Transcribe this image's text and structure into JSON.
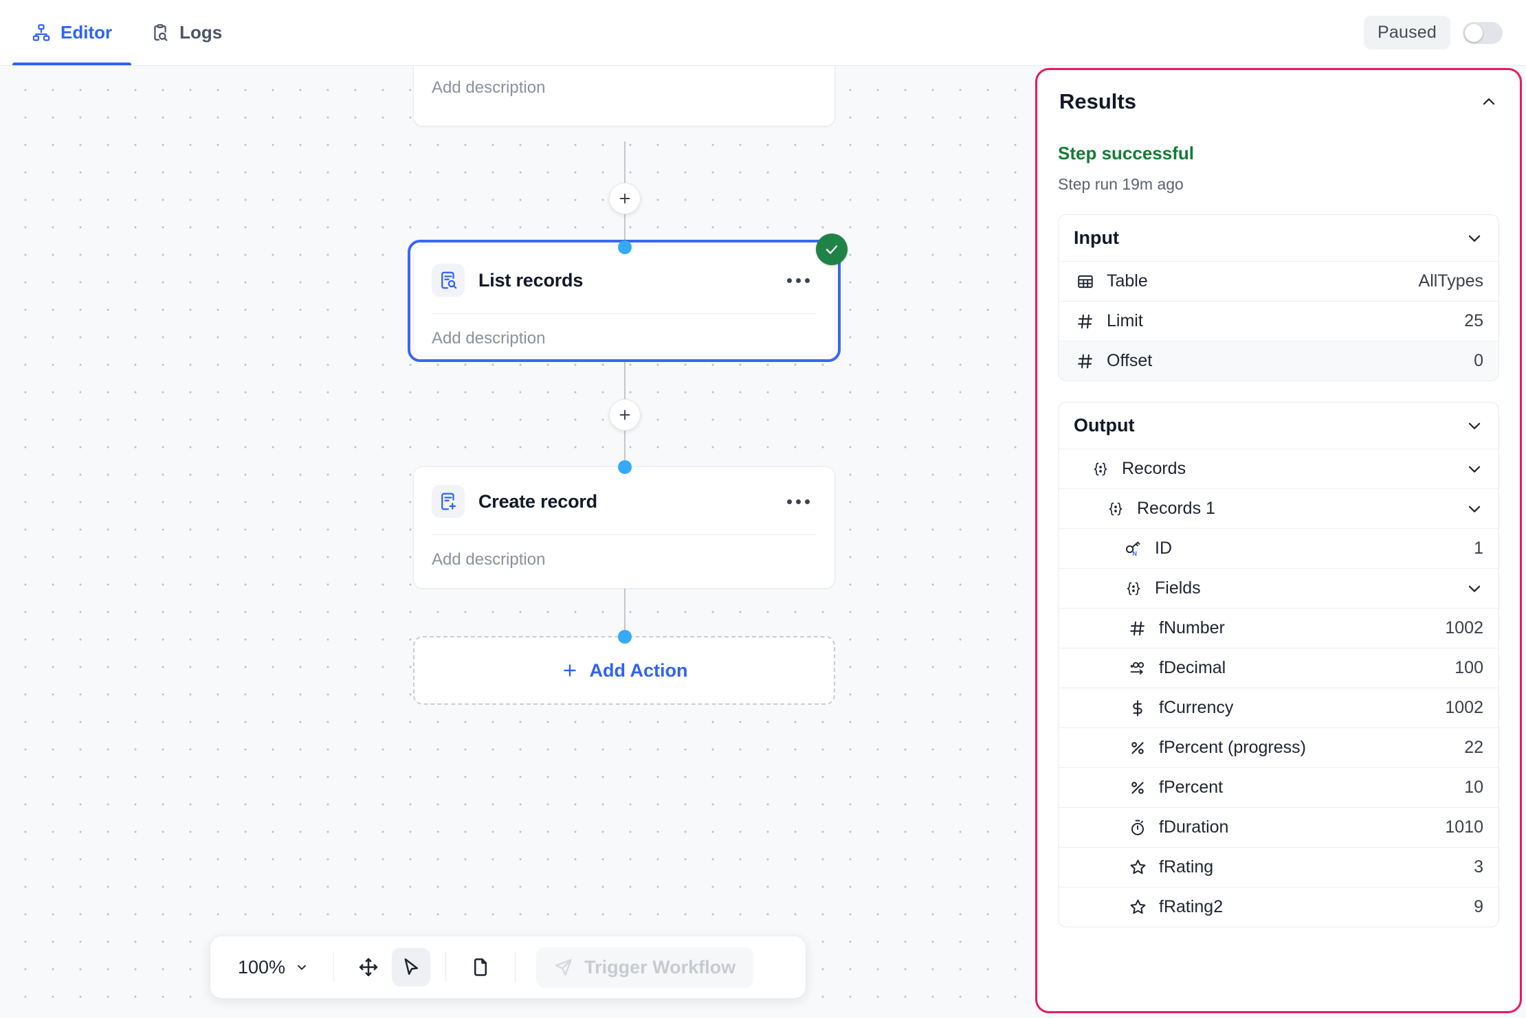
{
  "header": {
    "tabs": [
      {
        "label": "Editor",
        "icon": "sitemap-icon",
        "active": true
      },
      {
        "label": "Logs",
        "icon": "clipboard-search-icon",
        "active": false
      }
    ],
    "status_badge": "Paused",
    "toggle_state": "off"
  },
  "canvas": {
    "nodes": [
      {
        "title": "",
        "description": "Add description",
        "icon": "document-icon",
        "selected": false,
        "partial": true
      },
      {
        "title": "List records",
        "description": "Add description",
        "icon": "document-search-icon",
        "selected": true,
        "status": "success"
      },
      {
        "title": "Create record",
        "description": "Add description",
        "icon": "document-plus-icon",
        "selected": false
      }
    ],
    "add_action_label": "Add Action",
    "menu_label": "•••"
  },
  "toolbar": {
    "zoom_level": "100%",
    "pan_tool": "move-icon",
    "select_tool": "cursor-icon",
    "page_tool": "page-icon",
    "trigger_label": "Trigger Workflow",
    "trigger_disabled": true
  },
  "results": {
    "title": "Results",
    "status": "Step successful",
    "status_color": "#147b35",
    "subtitle": "Step run 19m ago",
    "border_color": "#ec1663",
    "input": {
      "label": "Input",
      "rows": [
        {
          "icon": "table-icon",
          "key": "Table",
          "value": "AllTypes",
          "alt": false
        },
        {
          "icon": "hash-icon",
          "key": "Limit",
          "value": "25",
          "alt": false
        },
        {
          "icon": "hash-icon",
          "key": "Offset",
          "value": "0",
          "alt": true
        }
      ]
    },
    "output": {
      "label": "Output",
      "rows": [
        {
          "icon": "object-icon",
          "key": "Records",
          "value": "",
          "indent": 1,
          "expandable": true,
          "alt": false
        },
        {
          "icon": "object-icon",
          "key": "Records 1",
          "value": "",
          "indent": 2,
          "expandable": true,
          "alt": false
        },
        {
          "icon": "key-icon",
          "key": "ID",
          "value": "1",
          "indent": 3,
          "expandable": false,
          "alt": false
        },
        {
          "icon": "object-icon",
          "key": "Fields",
          "value": "",
          "indent": 3,
          "expandable": true,
          "alt": false
        },
        {
          "icon": "hash-icon",
          "key": "fNumber",
          "value": "1002",
          "indent": 4,
          "expandable": false,
          "alt": false
        },
        {
          "icon": "decimal-icon",
          "key": "fDecimal",
          "value": "100",
          "indent": 4,
          "expandable": false,
          "alt": false
        },
        {
          "icon": "currency-icon",
          "key": "fCurrency",
          "value": "1002",
          "indent": 4,
          "expandable": false,
          "alt": false
        },
        {
          "icon": "percent-icon",
          "key": "fPercent (progress)",
          "value": "22",
          "indent": 4,
          "expandable": false,
          "alt": false
        },
        {
          "icon": "percent-icon",
          "key": "fPercent",
          "value": "10",
          "indent": 4,
          "expandable": false,
          "alt": false
        },
        {
          "icon": "stopwatch-icon",
          "key": "fDuration",
          "value": "1010",
          "indent": 4,
          "expandable": false,
          "alt": false
        },
        {
          "icon": "star-icon",
          "key": "fRating",
          "value": "3",
          "indent": 4,
          "expandable": false,
          "alt": false
        },
        {
          "icon": "star-icon",
          "key": "fRating2",
          "value": "9",
          "indent": 4,
          "expandable": false,
          "alt": false
        }
      ]
    }
  }
}
